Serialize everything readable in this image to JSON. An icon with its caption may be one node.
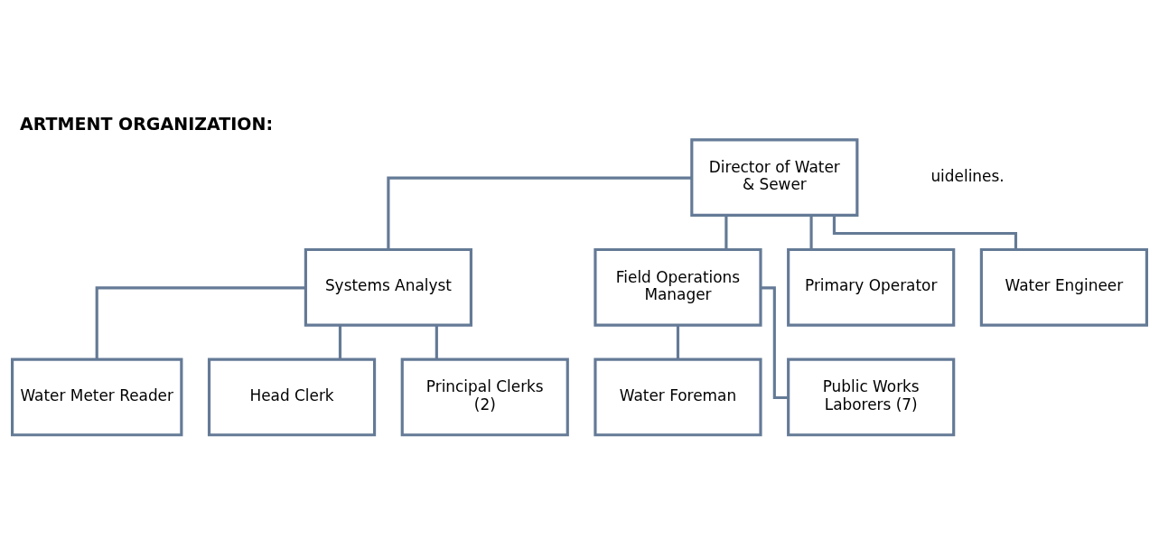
{
  "diagram": {
    "title": "ARTMENT ORGANIZATION:",
    "nodes": [
      {
        "text": [
          "Director of Water & Sewer"
        ]
      },
      {
        "text": [
          "Systems Analyst"
        ]
      },
      {
        "text": [
          "Field Operations Manager"
        ]
      },
      {
        "text": [
          "Primary Operator"
        ]
      },
      {
        "text": [
          "Water Engineer"
        ]
      },
      {
        "text": [
          "Water Meter Reader"
        ]
      },
      {
        "text": [
          "Head Clerk"
        ]
      },
      {
        "text": [
          "Water Foreman"
        ]
      },
      {
        "text": [
          "Principal Clerks (2)"
        ]
      },
      {
        "text": [
          "Public Works Laborers (7)"
        ]
      }
    ],
    "edges": [
      {
        "from": 0,
        "to": 1,
        "arrow": "none"
      },
      {
        "from": 0,
        "to": 2,
        "arrow": "none"
      },
      {
        "from": 0,
        "to": 3,
        "arrow": "none"
      },
      {
        "from": 0,
        "to": 4,
        "arrow": "none"
      },
      {
        "from": 1,
        "to": 5,
        "arrow": "none"
      },
      {
        "from": 1,
        "to": 6,
        "arrow": "none"
      },
      {
        "from": 1,
        "to": 8,
        "arrow": "none"
      },
      {
        "from": 2,
        "to": 7,
        "arrow": "none"
      },
      {
        "from": 2,
        "to": 9,
        "arrow": "none"
      }
    ],
    "labels": [
      "uidelines."
    ]
  }
}
